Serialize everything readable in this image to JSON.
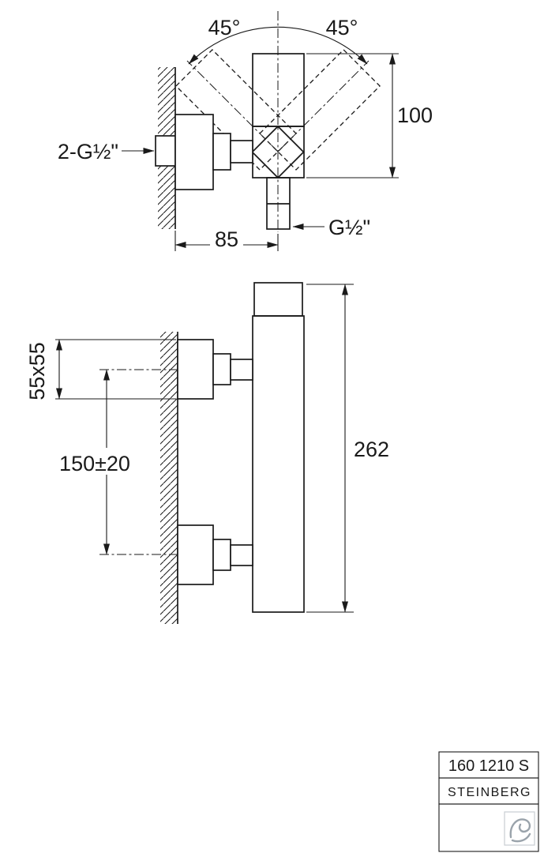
{
  "colors": {
    "line": "#1a1a1a",
    "logo_gray": "#9aa3ab",
    "background": "#ffffff"
  },
  "top_view": {
    "angle_left_label": "45°",
    "angle_right_label": "45°",
    "height_dim": "100",
    "depth_dim": "85",
    "inlet_label": "2-G½\"",
    "outlet_label": "G½\""
  },
  "front_view": {
    "section_dim": "55x55",
    "spacing_dim": "150±20",
    "length_dim": "262"
  },
  "title_block": {
    "model_number": "160 1210 S",
    "brand_name": "STEINBERG",
    "logo_icon": "steinberg-wave-logo"
  }
}
